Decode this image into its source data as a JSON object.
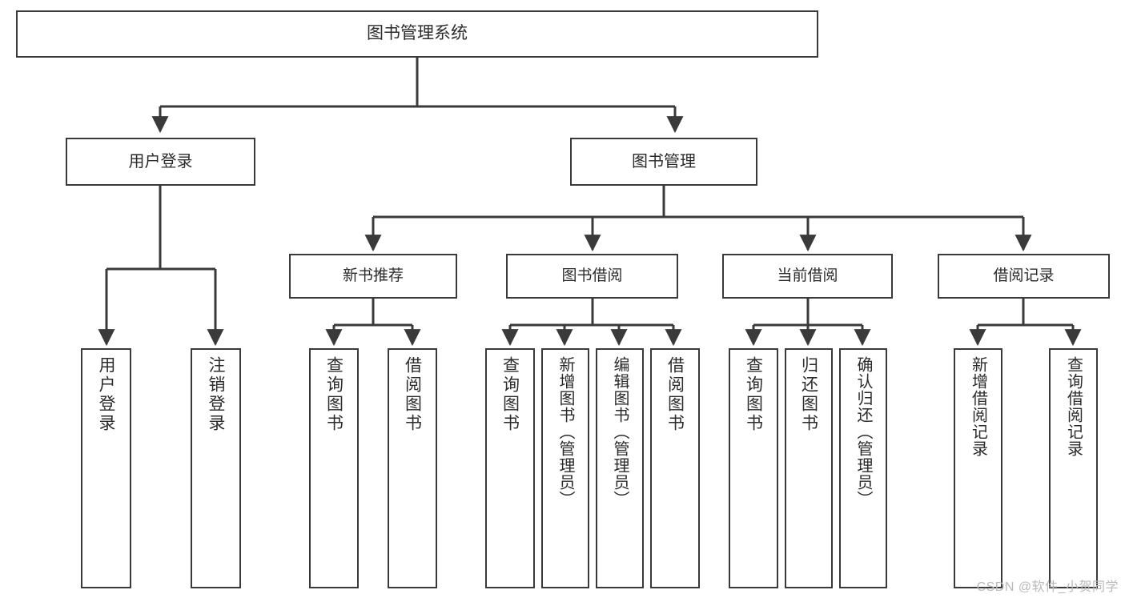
{
  "diagram": {
    "title": "图书管理系统",
    "type": "tree-hierarchy-diagram",
    "style": {
      "stroke": "#3a3a3a",
      "fill": "#ffffff",
      "text": "#2b2b2b",
      "watermark_color": "#b9b9b9"
    },
    "root": {
      "label": "图书管理系统"
    },
    "level1": [
      {
        "label": "用户登录"
      },
      {
        "label": "图书管理"
      }
    ],
    "level2": [
      {
        "label": "新书推荐"
      },
      {
        "label": "图书借阅"
      },
      {
        "label": "当前借阅"
      },
      {
        "label": "借阅记录"
      }
    ],
    "leaves": {
      "user_login": [
        {
          "label": "用户登录"
        },
        {
          "label": "注销登录"
        }
      ],
      "new_book_recommend": [
        {
          "label": "查询图书"
        },
        {
          "label": "借阅图书"
        }
      ],
      "book_borrow": [
        {
          "label": "查询图书"
        },
        {
          "label": "新增图书（管理员）"
        },
        {
          "label": "编辑图书（管理员）"
        },
        {
          "label": "借阅图书"
        }
      ],
      "current_borrow": [
        {
          "label": "查询图书"
        },
        {
          "label": "归还图书"
        },
        {
          "label": "确认归还（管理员）"
        }
      ],
      "borrow_record": [
        {
          "label": "新增借阅记录"
        },
        {
          "label": "查询借阅记录"
        }
      ]
    }
  },
  "watermark": {
    "text": "CSDN @软件_小贺同学"
  }
}
